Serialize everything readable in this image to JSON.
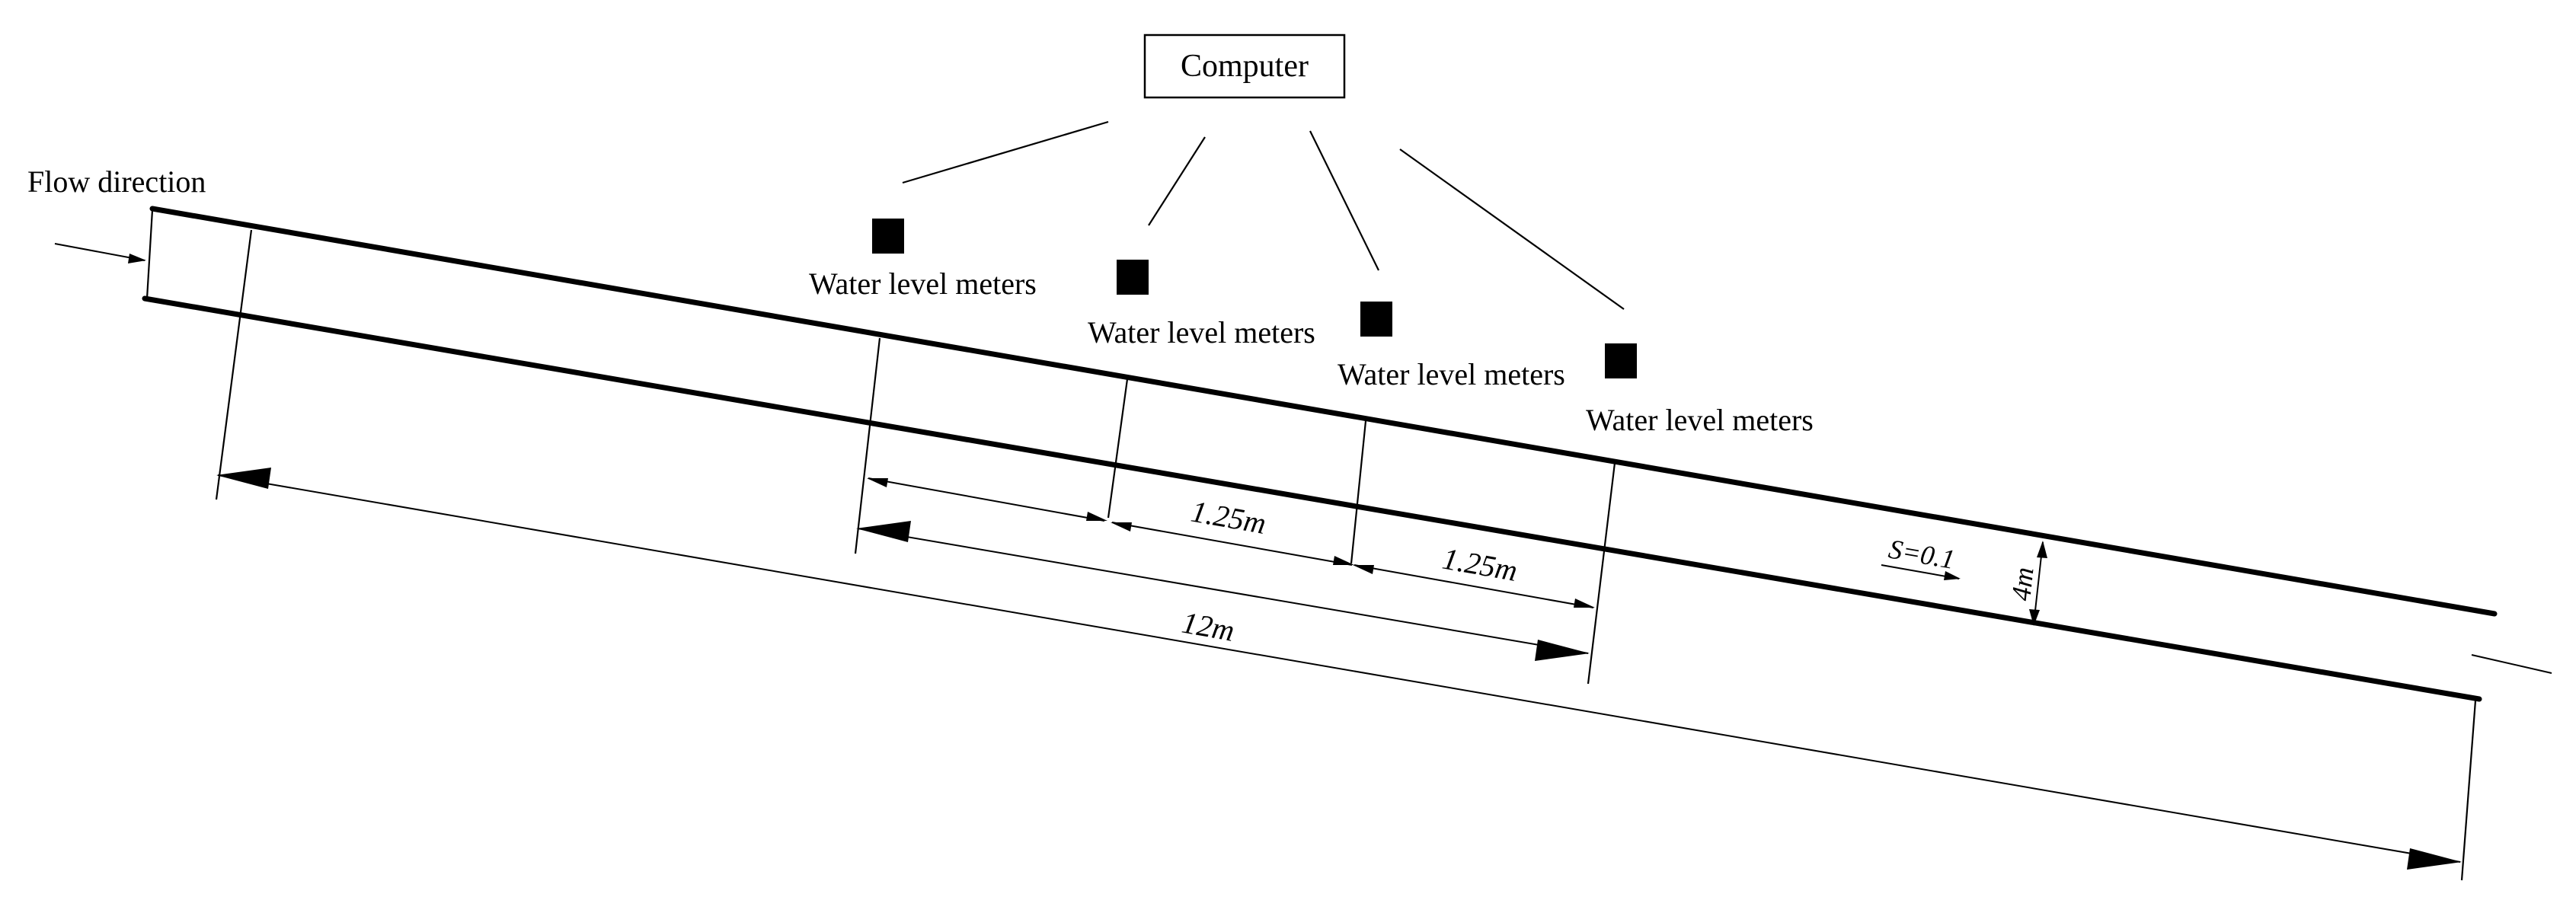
{
  "computer": {
    "label": "Computer"
  },
  "flow": {
    "label": "Flow direction"
  },
  "meters": [
    {
      "label": "Water level meters"
    },
    {
      "label": "Water level meters"
    },
    {
      "label": "Water level meters"
    },
    {
      "label": "Water level meters"
    }
  ],
  "dimensions": {
    "spacing1": "1.25m",
    "spacing2": "1.25m",
    "total": "12m",
    "depth": "4m",
    "slope": "S=0.1"
  }
}
